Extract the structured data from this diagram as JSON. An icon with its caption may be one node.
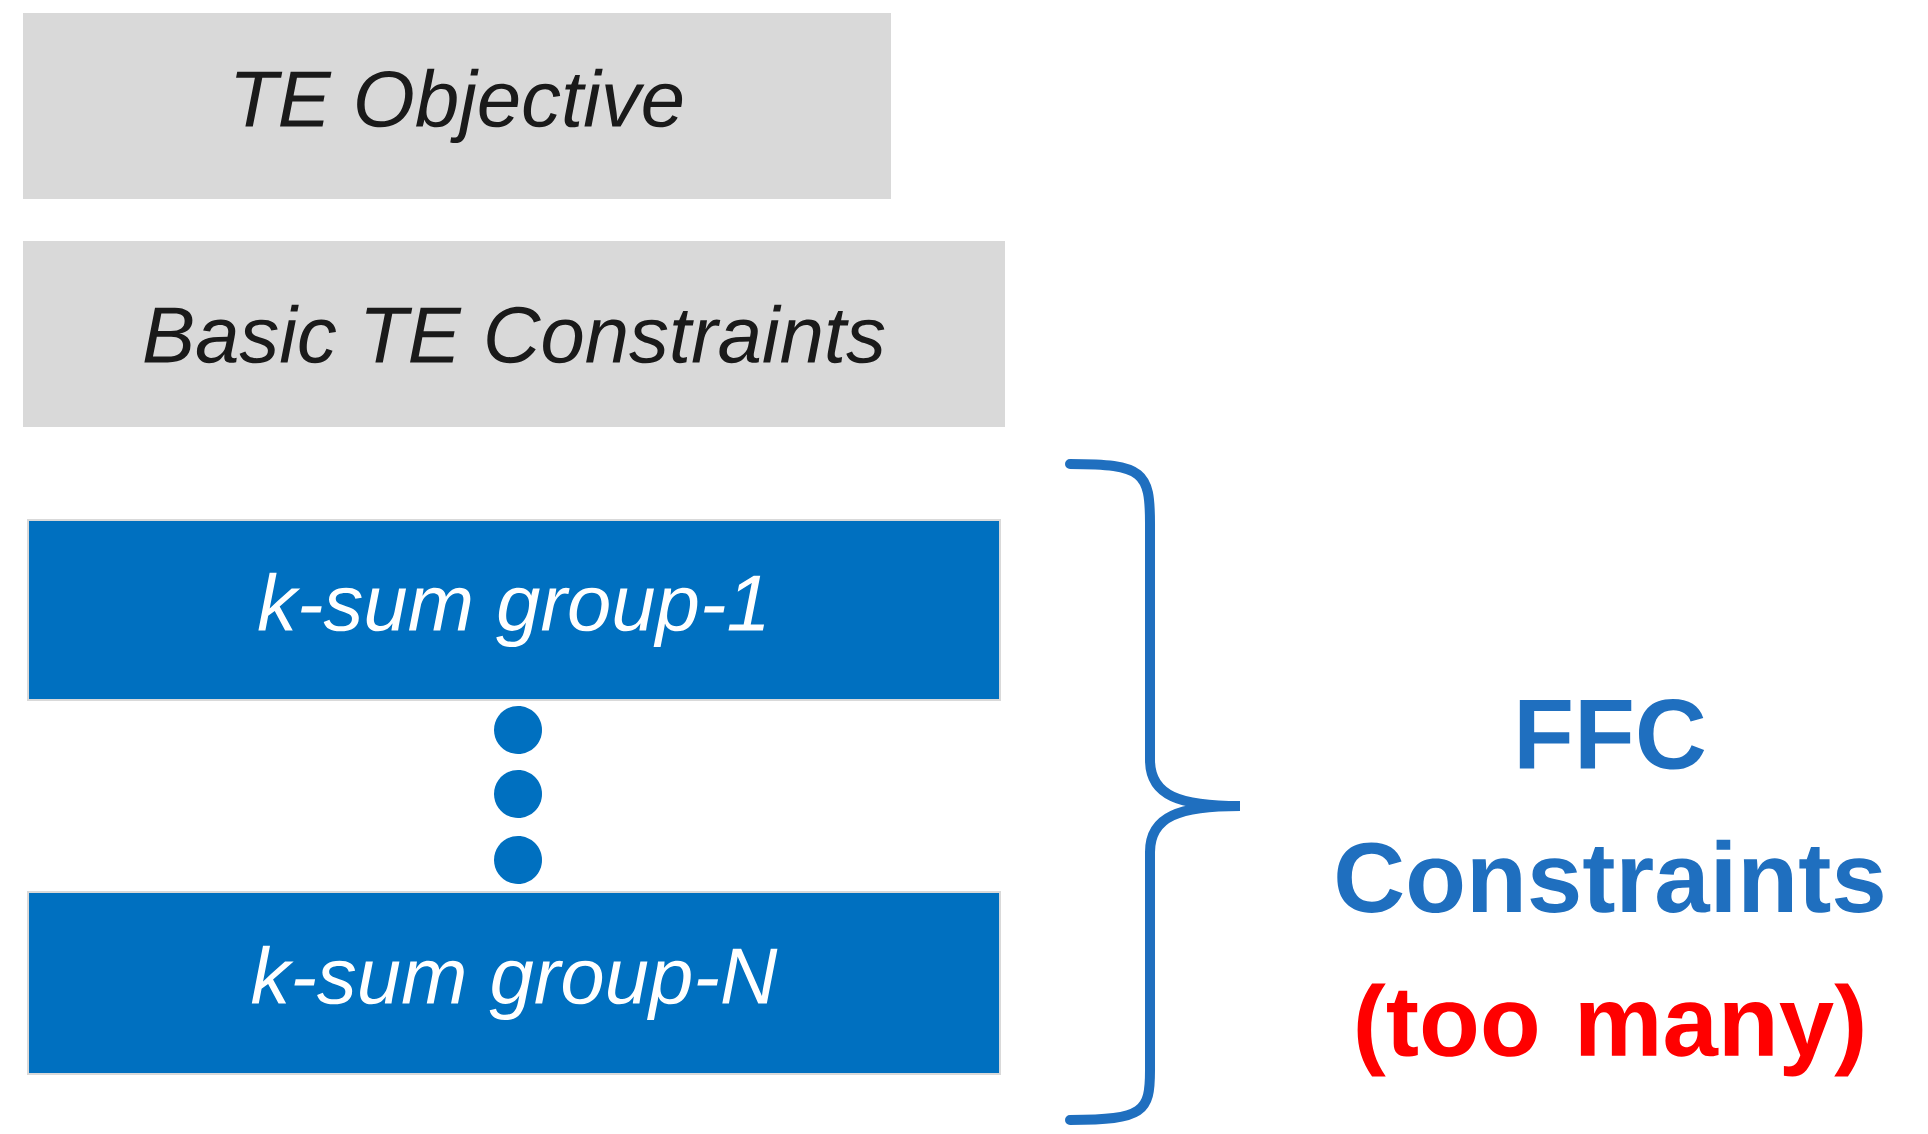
{
  "diagram": {
    "nodes": [
      {
        "text": [
          "TE Objective"
        ]
      },
      {
        "text": [
          "Basic TE Constraints"
        ]
      },
      {
        "text": [
          "k-sum group-1"
        ]
      },
      {
        "text": [
          "k-sum group-N"
        ]
      }
    ],
    "labels": [
      "FFC Constraints",
      "(too many)"
    ]
  }
}
